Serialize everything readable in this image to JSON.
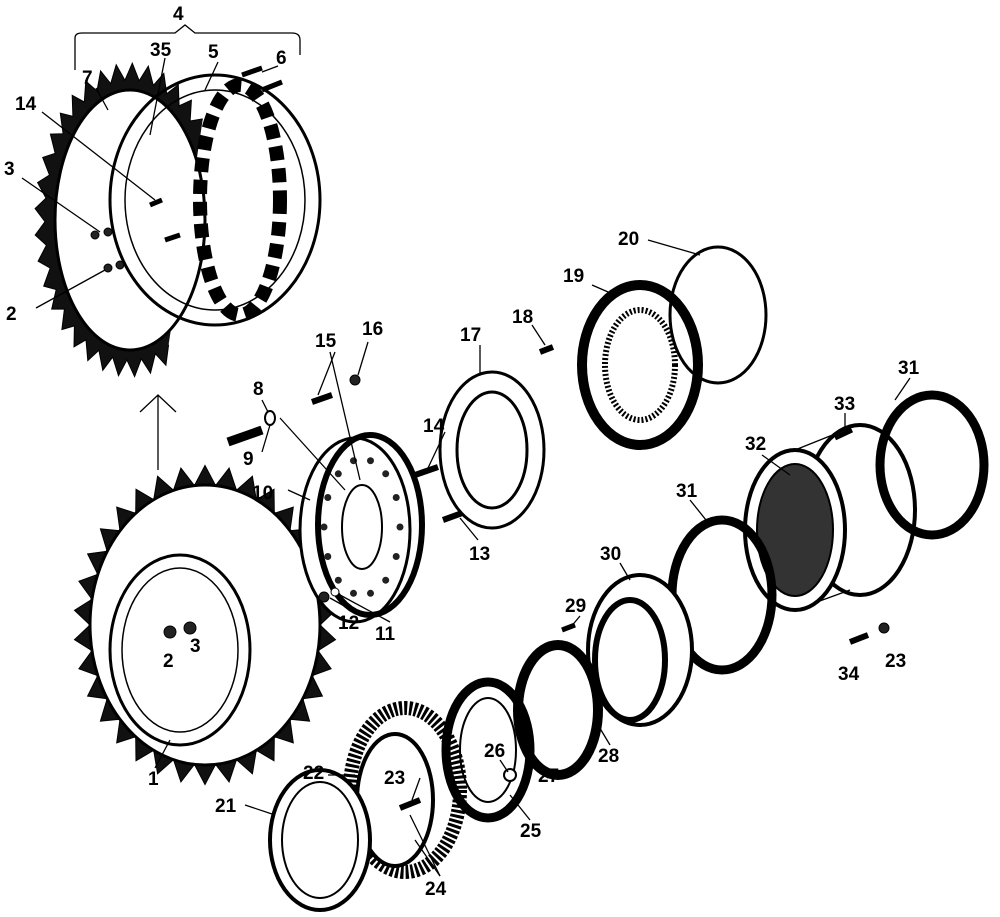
{
  "title": "Sprocket and final drive hub exploded parts diagram",
  "labels": [
    "4",
    "35",
    "5",
    "6",
    "7",
    "14",
    "3",
    "2",
    "8",
    "15",
    "16",
    "9",
    "10",
    "17",
    "18",
    "19",
    "20",
    "14",
    "13",
    "12",
    "11",
    "31",
    "33",
    "32",
    "31",
    "30",
    "29",
    "2",
    "3",
    "1",
    "23",
    "34",
    "26",
    "27",
    "28",
    "22",
    "23",
    "21",
    "25",
    "24"
  ]
}
